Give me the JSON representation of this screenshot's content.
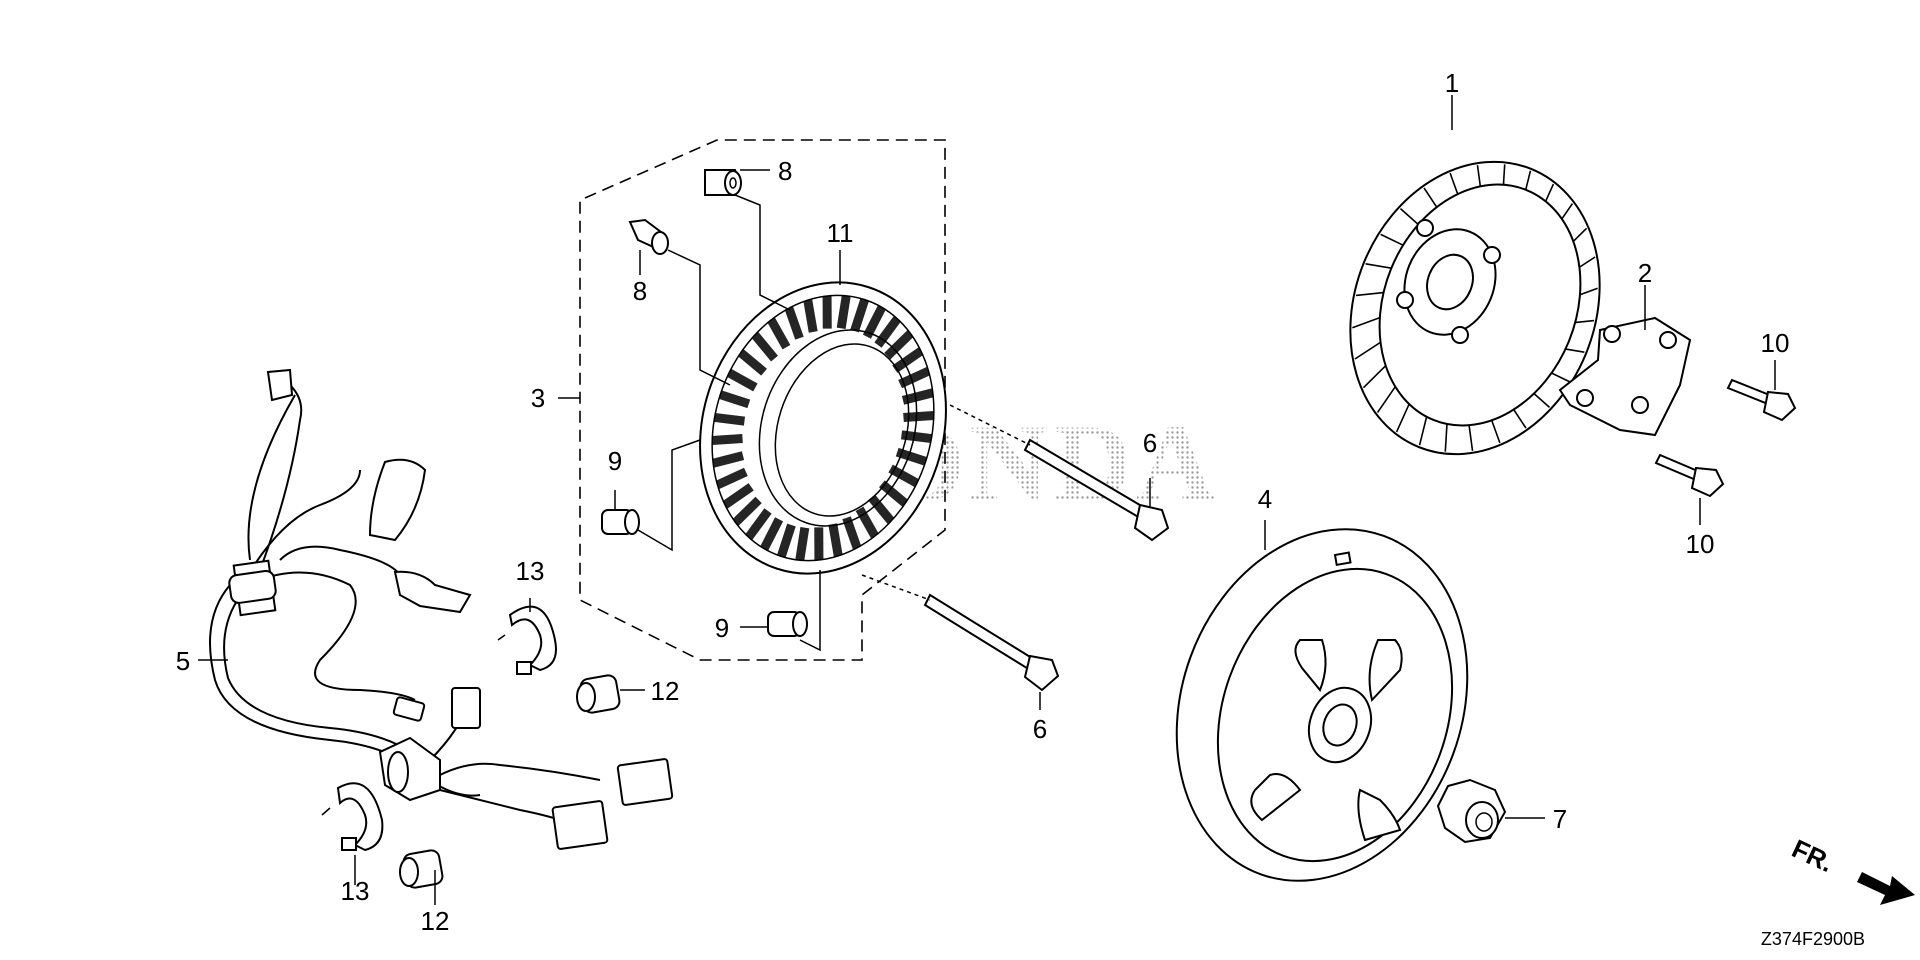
{
  "callouts": {
    "c1": "1",
    "c2": "2",
    "c3": "3",
    "c4": "4",
    "c5": "5",
    "c6a": "6",
    "c6b": "6",
    "c7": "7",
    "c8a": "8",
    "c8b": "8",
    "c9a": "9",
    "c9b": "9",
    "c10a": "10",
    "c10b": "10",
    "c11": "11",
    "c12a": "12",
    "c12b": "12",
    "c13a": "13",
    "c13b": "13"
  },
  "direction_marker": "FR.",
  "diagram_code": "Z374F2900B",
  "watermark": "HONDA",
  "colors": {
    "line": "#000000",
    "background": "#ffffff",
    "watermark": "#9a9a9a"
  }
}
